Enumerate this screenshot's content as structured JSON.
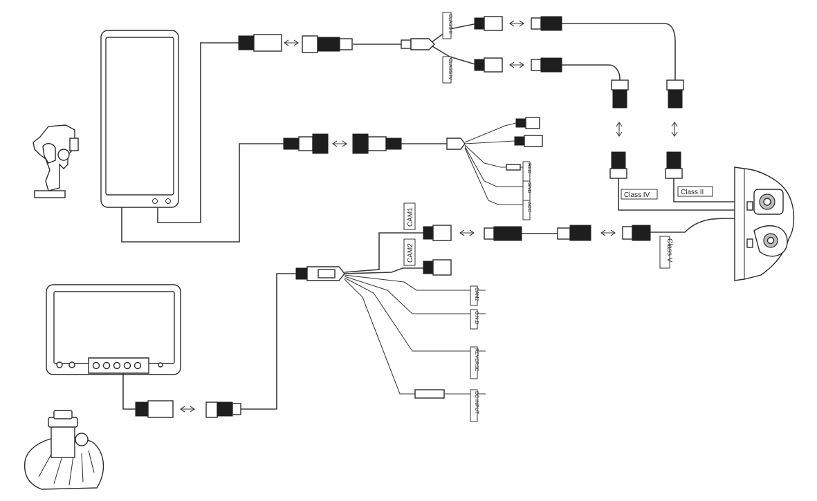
{
  "labels": {
    "class_iii": "CLASS II",
    "class_iv_left": "CLASS IV",
    "class_iv": "Class IV",
    "class_ii": "Class II",
    "class_v": "Class V",
    "cam1": "CAM1",
    "cam2": "CAM2",
    "wire_red": "RED",
    "wire_gnd": "GND",
    "wire_acc": "ACC",
    "wire_cam2": "CAM2",
    "wire_gnd2": "G.N.D",
    "wire_reverse": "REVERSE",
    "wire_dc": "DC INPUT"
  },
  "colors": {
    "line": "#3a3a3a",
    "fill_dark": "#1e1e1e",
    "fill_grey": "#bdbdbd"
  },
  "icons": [
    "mirror-monitor-icon",
    "dash-monitor-icon",
    "suction-mount-icon",
    "bracket-mount-icon",
    "camera-housing-icon",
    "connector-icon",
    "double-arrow-icon"
  ]
}
